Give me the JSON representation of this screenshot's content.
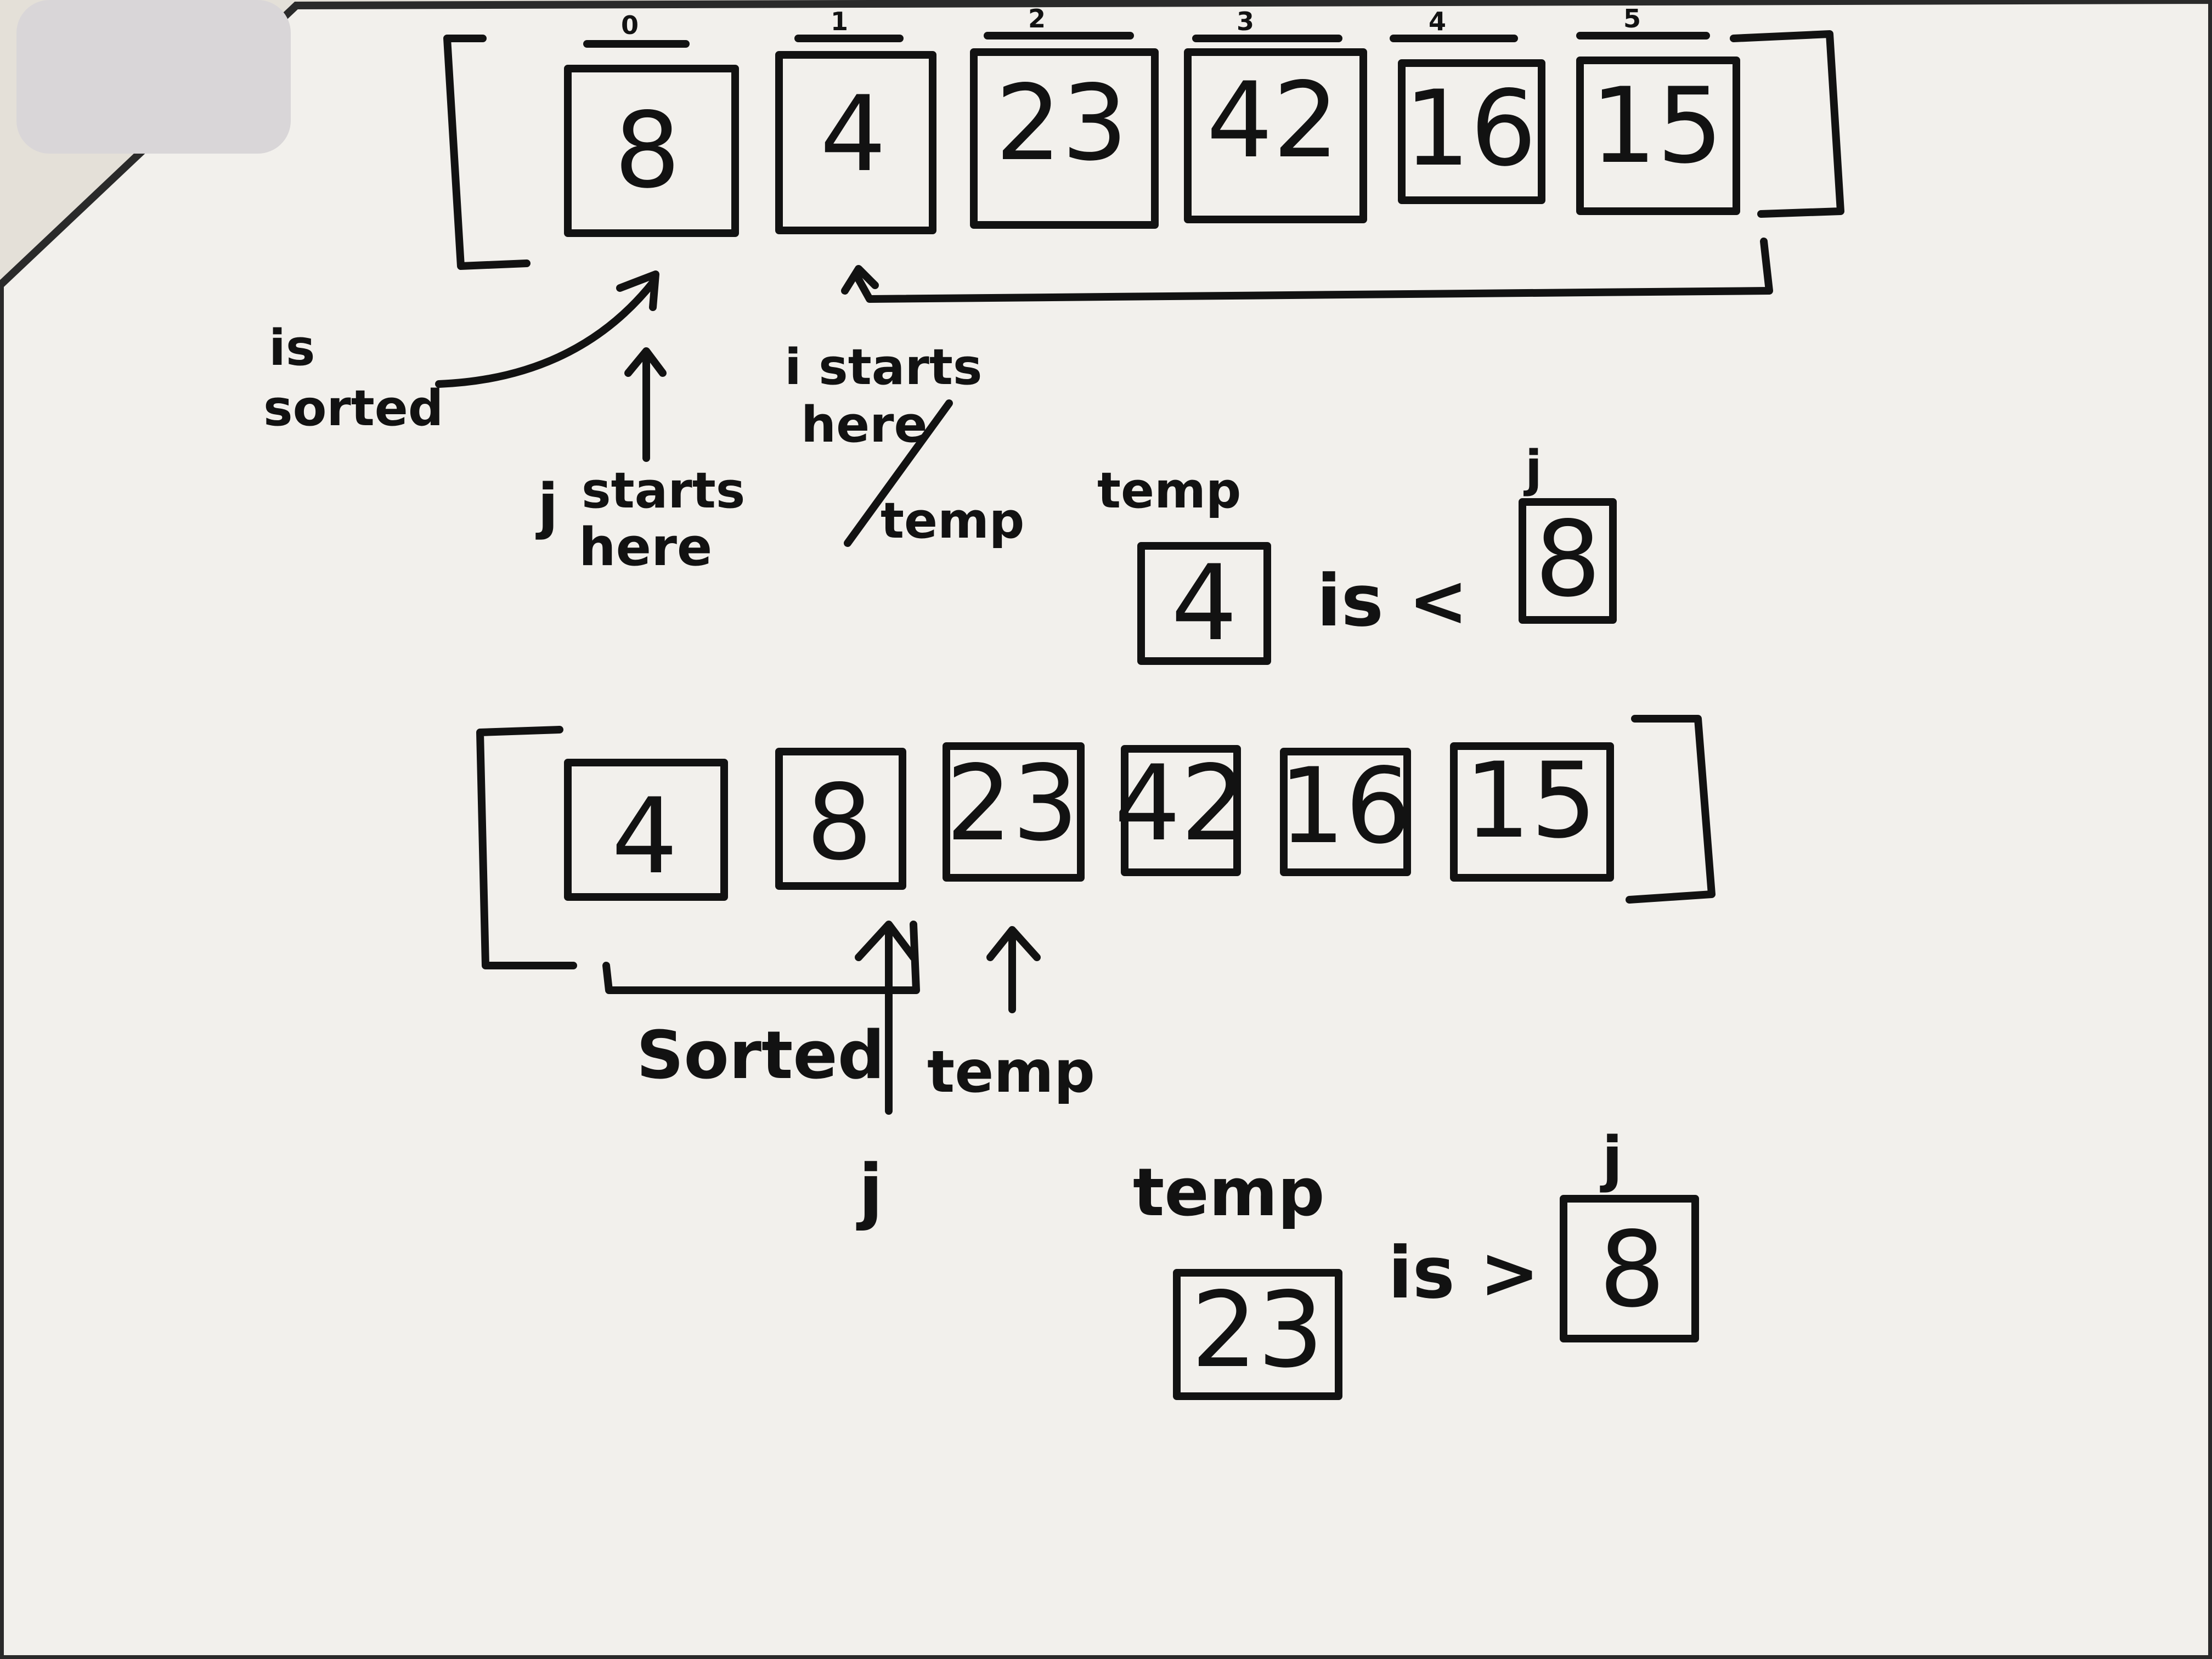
{
  "diagram": {
    "array1": {
      "indices": [
        "0",
        "1",
        "2",
        "3",
        "4",
        "5"
      ],
      "values": [
        "8",
        "4",
        "23",
        "42",
        "16",
        "15"
      ]
    },
    "annotations1": {
      "is_sorted_line1": "is",
      "is_sorted_line2": "sorted",
      "j_label": "j",
      "j_starts_line1": "starts",
      "j_starts_line2": "here",
      "i_starts_line1": "i starts",
      "i_starts_line2": "here",
      "temp_after_slash": "temp"
    },
    "comparison1": {
      "temp_label": "temp",
      "temp_value": "4",
      "operator": "is <",
      "j_label": "j",
      "j_value": "8"
    },
    "array2": {
      "values": [
        "4",
        "8",
        "23",
        "42",
        "16",
        "15"
      ]
    },
    "annotations2": {
      "sorted_label": "Sorted",
      "temp_label": "temp",
      "j_label": "j"
    },
    "comparison2": {
      "temp_label": "temp",
      "temp_value": "23",
      "operator": "is >",
      "j_label": "j",
      "j_value": "8"
    }
  },
  "colors": {
    "ink": "#121212",
    "whiteboard": "#f2f0ec",
    "frame": "#2a2a2a"
  }
}
